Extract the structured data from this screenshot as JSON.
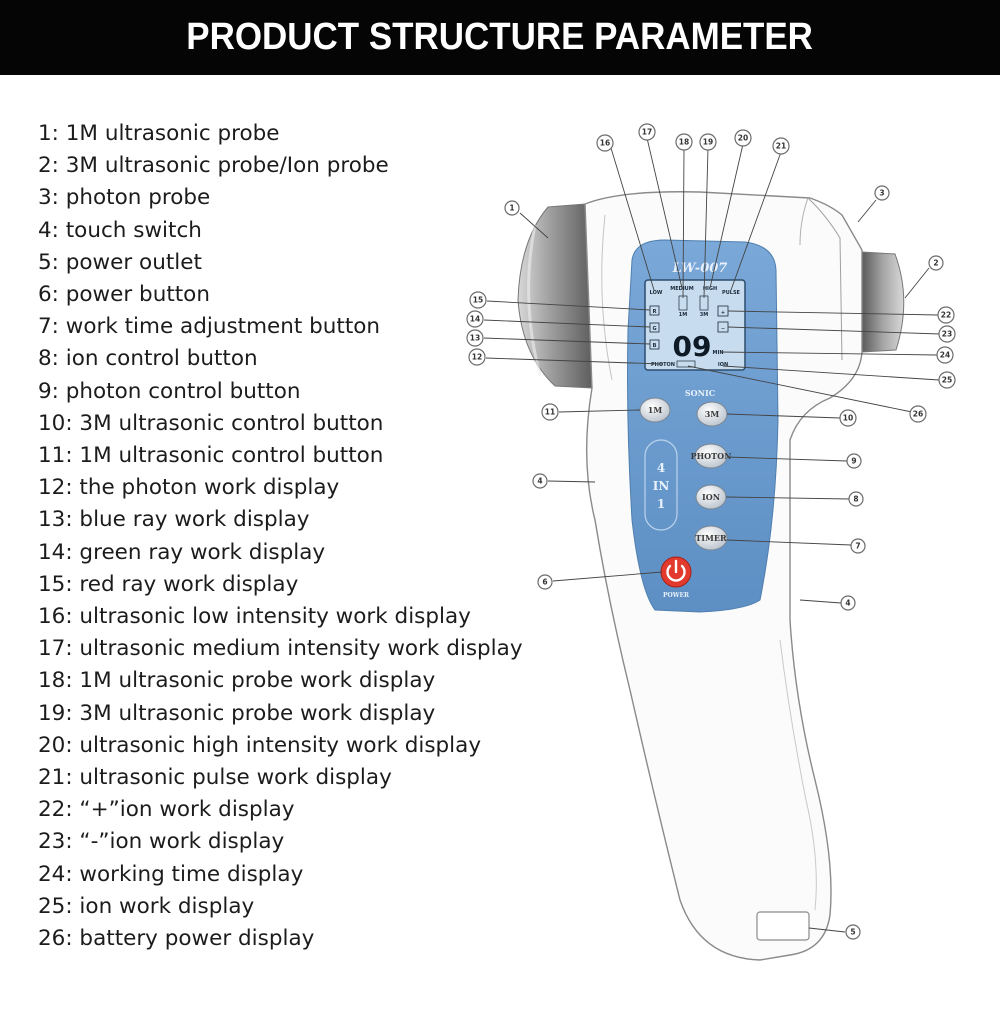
{
  "header": {
    "title": "PRODUCT STRUCTURE PARAMETER"
  },
  "legend": [
    "1: 1M ultrasonic probe",
    "2: 3M ultrasonic probe/Ion probe",
    "3: photon probe",
    "4: touch switch",
    "5: power outlet",
    "6: power button",
    "7: work time adjustment button",
    "8: ion control button",
    "9: photon control button",
    "10: 3M ultrasonic control button",
    "11: 1M ultrasonic control button",
    "12: the photon work display",
    "13: blue ray work display",
    "14: green ray work display",
    "15: red ray work display",
    "16: ultrasonic low intensity work display",
    "17: ultrasonic medium intensity work display",
    "18: 1M ultrasonic probe work display",
    "19: 3M ultrasonic probe work display",
    "20: ultrasonic high intensity work display",
    "21: ultrasonic pulse work display",
    "22: “+”ion work display",
    "23: “-”ion work display",
    "24: working time display",
    "25: ion work display",
    "26: battery power display"
  ],
  "device": {
    "model": "LW-007",
    "sonic_label": "SONIC",
    "btn_1m": "1M",
    "btn_3m": "3M",
    "btn_photon": "PHOTON",
    "btn_ion": "ION",
    "btn_timer": "TIMER",
    "power_label": "POWER",
    "badge_4": "4",
    "badge_in": "IN",
    "badge_1": "1",
    "lcd_digits": "09",
    "lcd_min": "MIN",
    "lcd_r": "R",
    "lcd_g": "G",
    "lcd_b": "B",
    "lcd_plus": "+",
    "lcd_minus": "−",
    "lcd_photon": "PHOTON",
    "lcd_ion": "ION",
    "lcd_low": "LOW",
    "lcd_medium": "MEDIUM",
    "lcd_high": "HIGH",
    "lcd_pulse": "PULSE",
    "lcd_1m": "1M",
    "lcd_3m": "3M",
    "callouts": [
      "1",
      "2",
      "3",
      "4",
      "4",
      "5",
      "6",
      "7",
      "8",
      "9",
      "10",
      "11",
      "12",
      "13",
      "14",
      "15",
      "16",
      "17",
      "18",
      "19",
      "20",
      "21",
      "22",
      "23",
      "24",
      "25",
      "26"
    ]
  },
  "colors": {
    "banner": "#050505",
    "panel_blue": "#6e9fd0",
    "lcd": "#c3d9ec",
    "power_red": "#e23b2e",
    "probe_grey": "#9a9a9a"
  }
}
